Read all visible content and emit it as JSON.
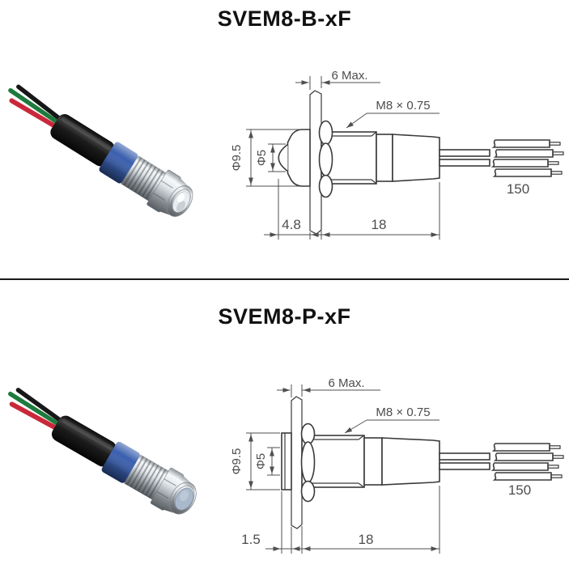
{
  "sections": [
    {
      "title": "SVEM8-B-xF",
      "lens_type": "dome",
      "drawing": {
        "panel_thickness": "6 Max.",
        "thread_spec": "M8 × 0.75",
        "head_diameter": "Φ9.5",
        "lens_diameter": "Φ5",
        "head_protrusion": "4.8",
        "body_length": "18",
        "wire_length": "150"
      }
    },
    {
      "title": "SVEM8-P-xF",
      "lens_type": "flat",
      "drawing": {
        "panel_thickness": "6 Max.",
        "thread_spec": "M8 × 0.75",
        "head_diameter": "Φ9.5",
        "lens_diameter": "Φ5",
        "head_protrusion": "1.5",
        "body_length": "18",
        "wire_length": "150"
      }
    }
  ],
  "colors": {
    "line": "#3a3a3a",
    "dim_text": "#4d4d4d",
    "title_text": "#111111",
    "divider": "#1a1a1a",
    "ring_blue": "#3a5fae",
    "wire_red": "#c9283a",
    "wire_green": "#1f7a3d",
    "wire_black": "#171717",
    "lens_dome": "#e9edf1",
    "lens_flat": "#a9b9cb"
  }
}
